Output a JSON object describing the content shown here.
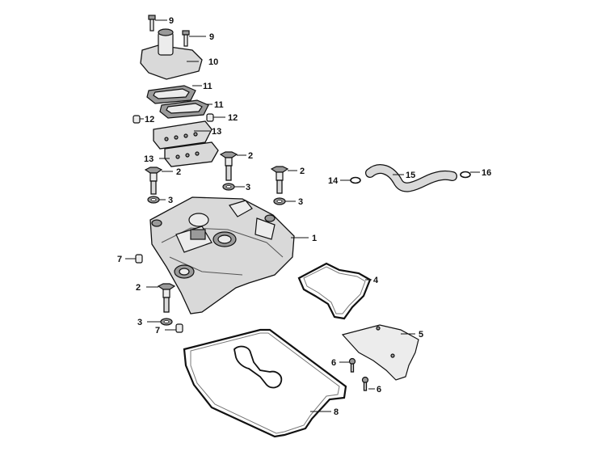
{
  "diagram": {
    "callouts": [
      "9",
      "9",
      "10",
      "11",
      "11",
      "12",
      "12",
      "13",
      "13",
      "2",
      "2",
      "2",
      "2",
      "3",
      "3",
      "3",
      "3",
      "14",
      "15",
      "16",
      "1",
      "7",
      "7",
      "4",
      "5",
      "6",
      "6",
      "8"
    ]
  }
}
